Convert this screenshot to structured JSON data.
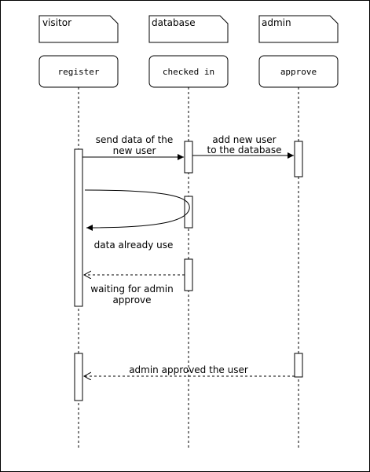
{
  "swimlanes": [
    {
      "label": "visitor"
    },
    {
      "label": "database"
    },
    {
      "label": "admin"
    }
  ],
  "participants": [
    {
      "label": "register"
    },
    {
      "label": "checked in"
    },
    {
      "label": "approve"
    }
  ],
  "messages": {
    "send_data": [
      "send data of the",
      "new user"
    ],
    "add_new_user": [
      "add new user",
      "to the database"
    ],
    "data_already_use": "data already use",
    "waiting_for_admin": [
      "waiting for admin",
      "approve"
    ],
    "admin_approved": "admin approved the user"
  }
}
